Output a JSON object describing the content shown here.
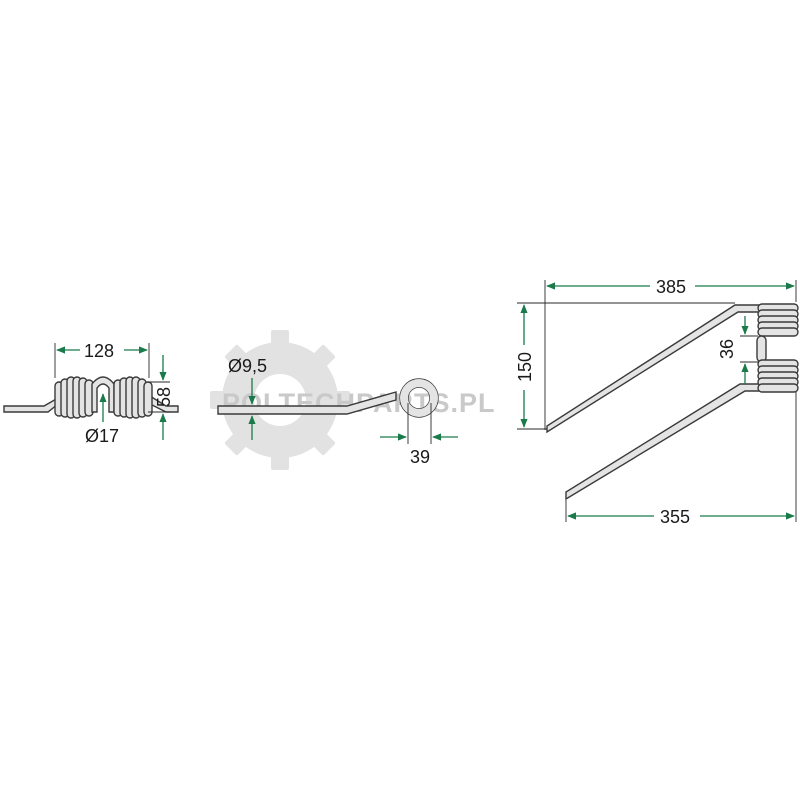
{
  "watermark": {
    "text": "POLTECHPARTS.PL",
    "icon": "gear-icon"
  },
  "colors": {
    "dimension": "#1a7a4a",
    "wire_fill": "#e4e4e4",
    "wire_stroke": "#3a3a3a",
    "watermark": "#c9c9c9"
  },
  "views": {
    "front": {
      "width_label": "128",
      "height_label": "58",
      "coil_diameter_label": "Ø17"
    },
    "side": {
      "wire_diameter_label": "Ø9,5",
      "loop_label": "39"
    },
    "top": {
      "upper_length_label": "385",
      "lower_length_label": "355",
      "height_label": "150",
      "gap_label": "36"
    }
  }
}
